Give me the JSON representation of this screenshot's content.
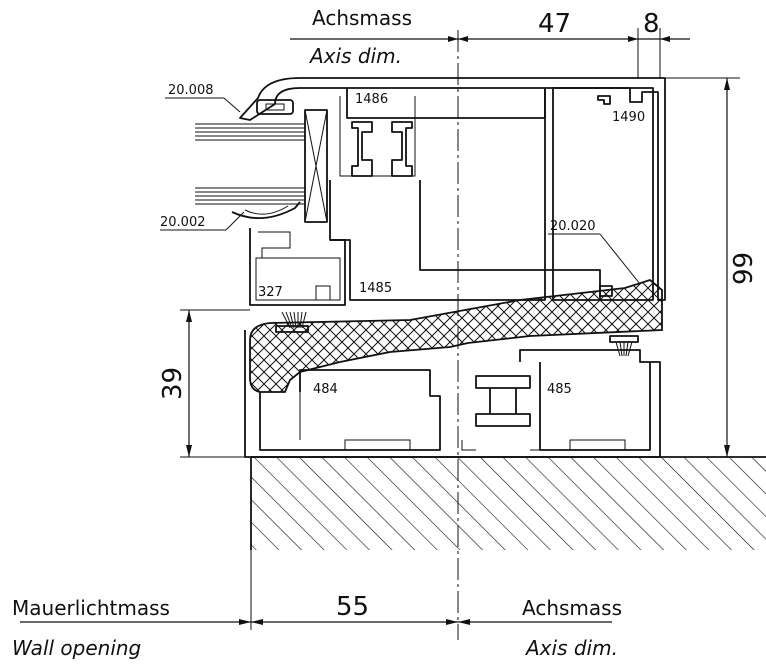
{
  "top_labels": {
    "axis_de": "Achsmass",
    "axis_en": "Axis dim.",
    "dim_47": "47",
    "dim_8": "8"
  },
  "side_dims": {
    "dim_99": "99",
    "dim_39": "39"
  },
  "bottom_labels": {
    "wall_de": "Mauerlichtmass",
    "wall_en": "Wall opening",
    "dim_55": "55",
    "axis_de": "Achsmass",
    "axis_en": "Axis dim."
  },
  "parts": {
    "p20008": "20.008",
    "p20002": "20.002",
    "p20020": "20.020",
    "p1486": "1486",
    "p1490": "1490",
    "p1485": "1485",
    "p327": "327",
    "p484": "484",
    "p485": "485"
  }
}
